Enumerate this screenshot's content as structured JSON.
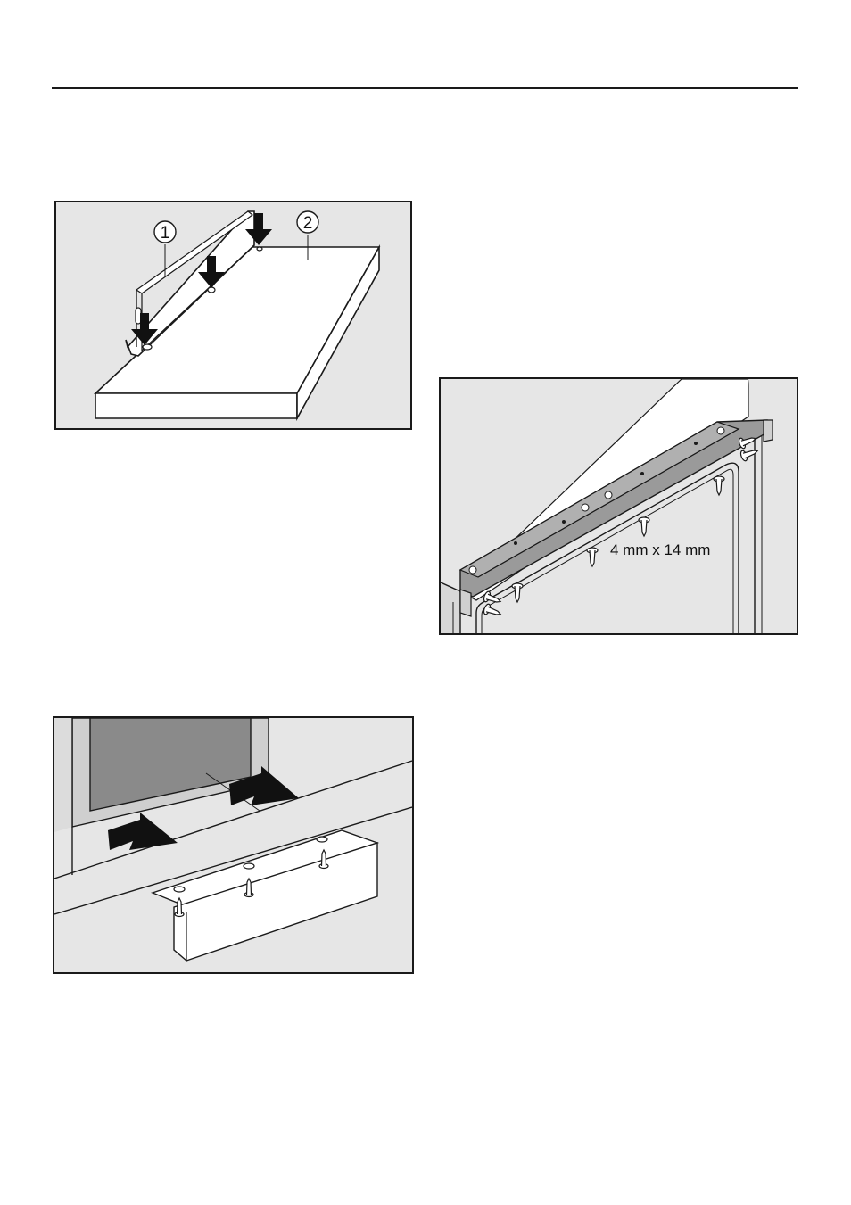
{
  "figures": {
    "shelf_bracket": {
      "callouts": [
        "1",
        "2"
      ],
      "icons": [
        "down-arrow-icon",
        "down-arrow-icon",
        "down-arrow-icon"
      ]
    },
    "top_rail": {
      "screw_label": "4 mm x 14 mm",
      "icons": [
        "screw-icon"
      ]
    },
    "plinth": {
      "icons": [
        "push-arrow-icon",
        "push-arrow-icon",
        "screw-icon"
      ]
    }
  }
}
